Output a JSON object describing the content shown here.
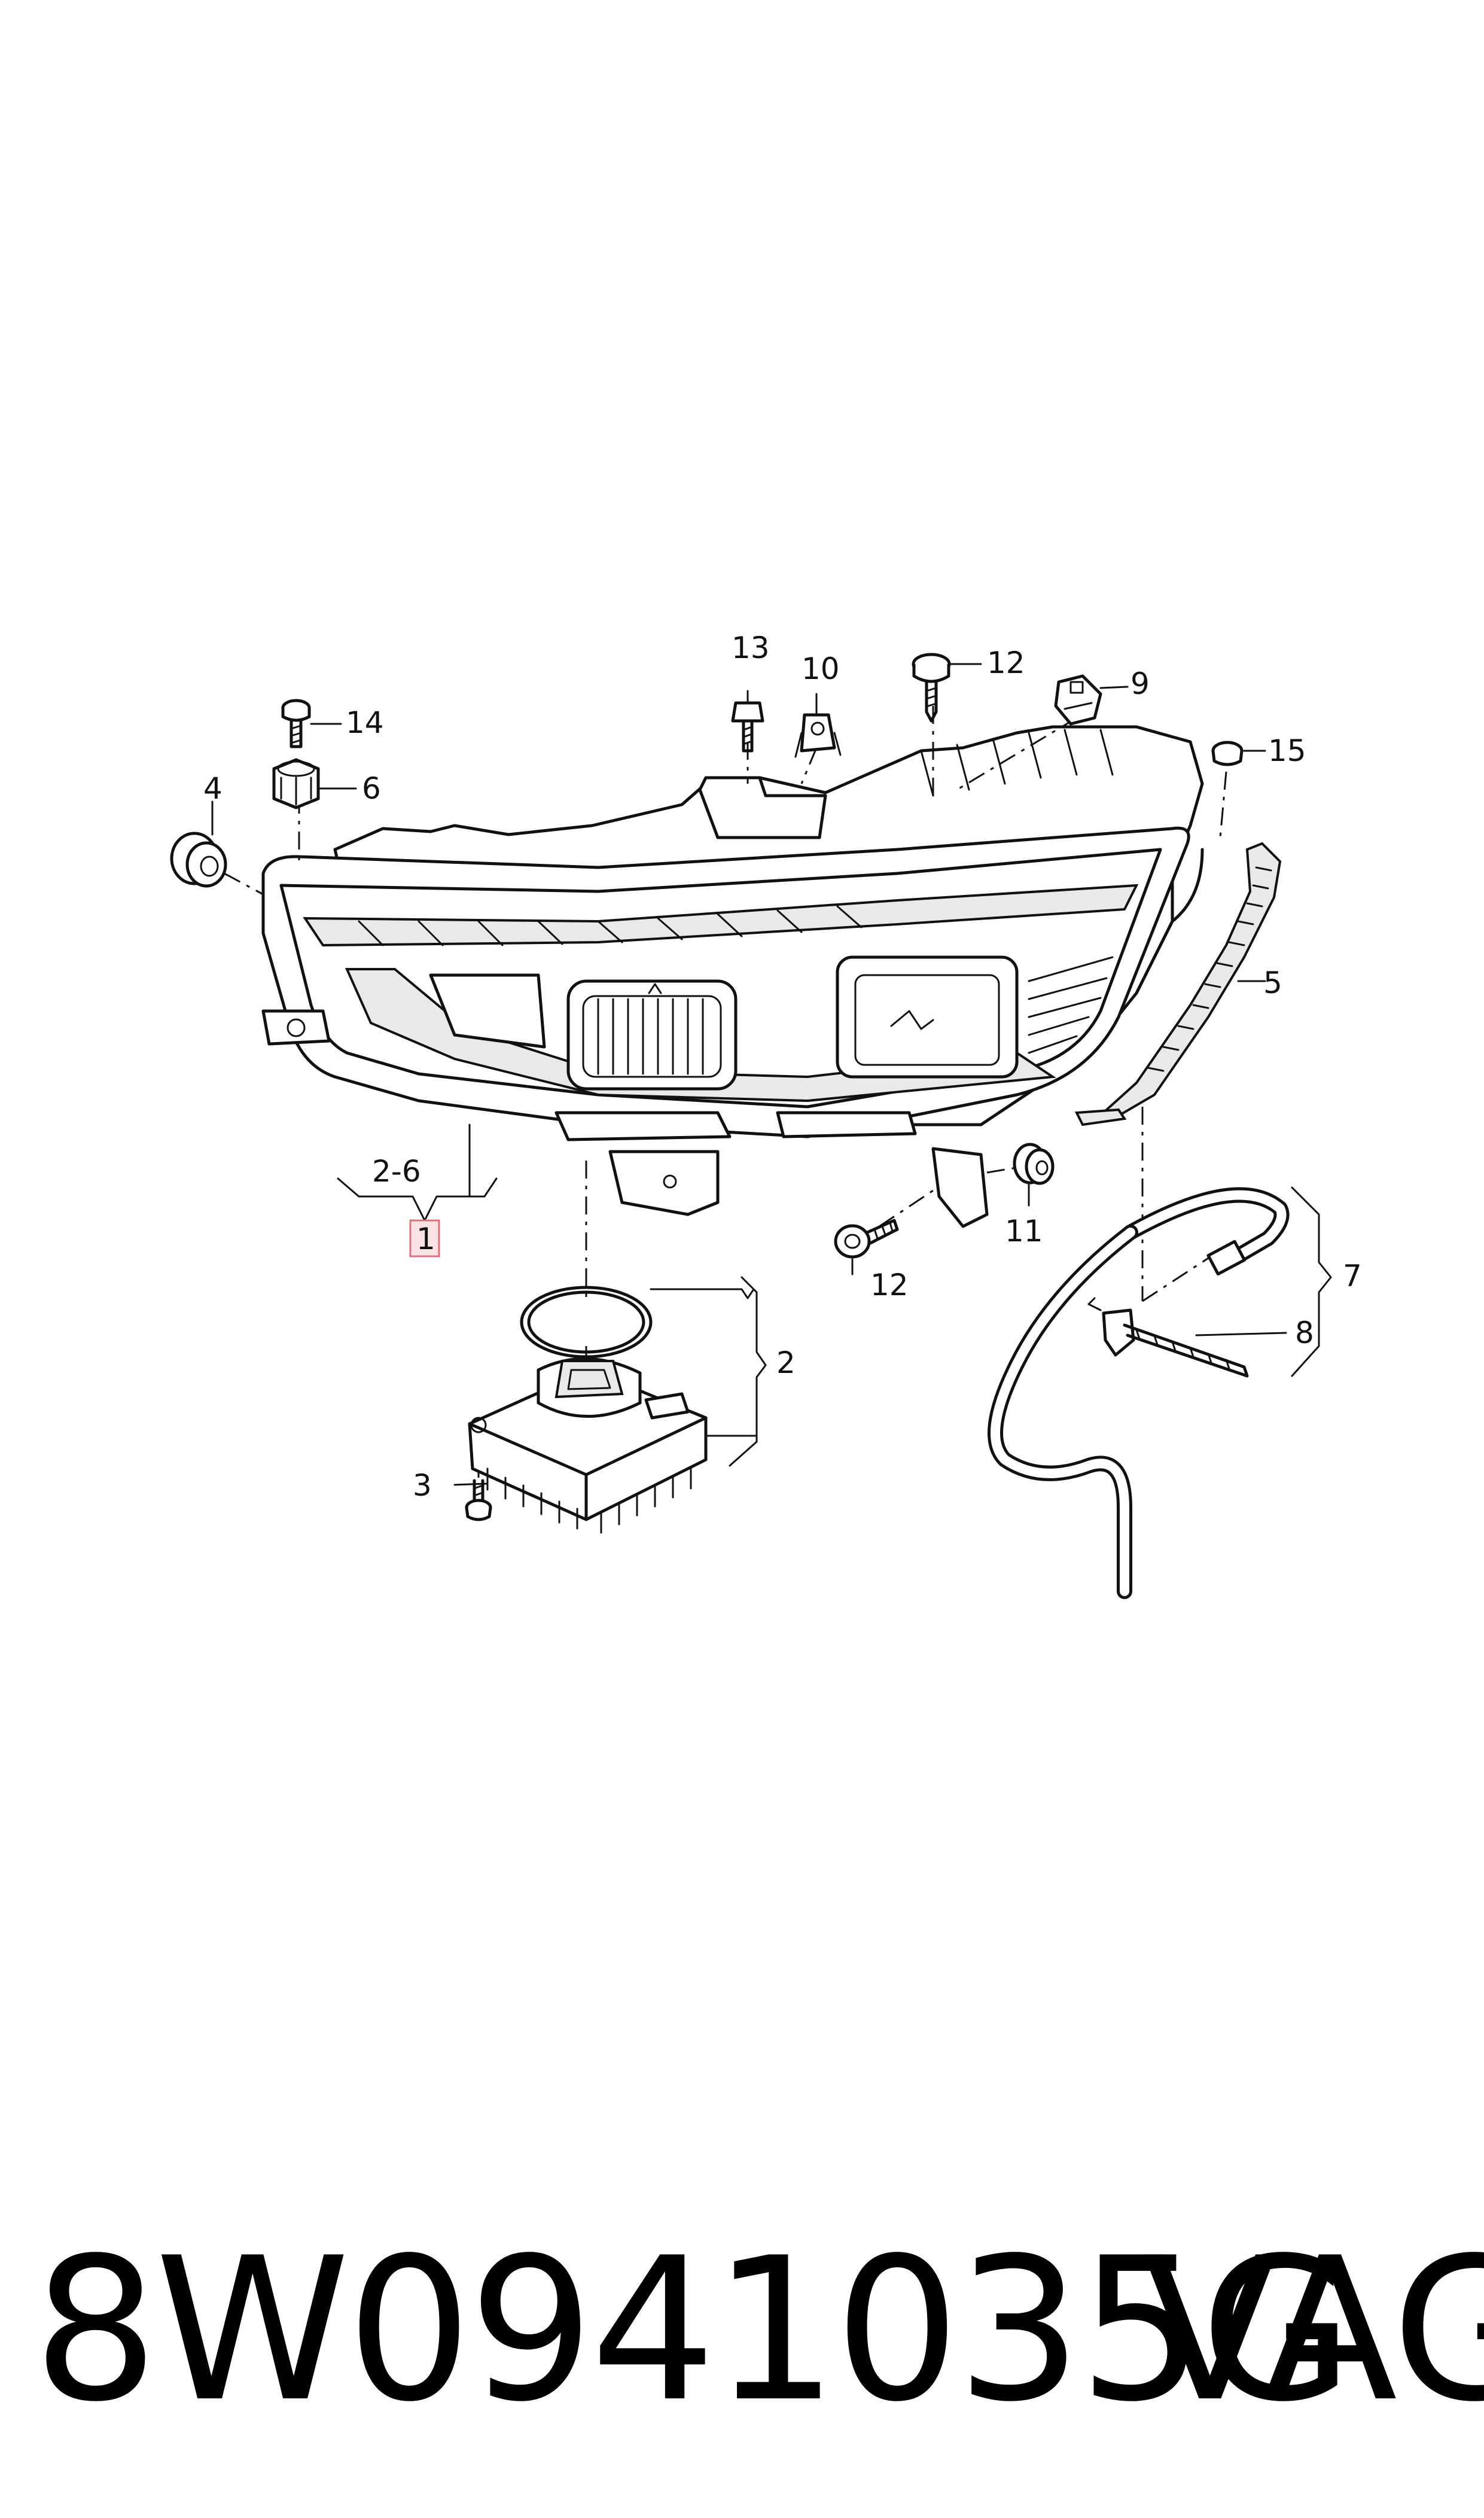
{
  "callouts": {
    "c1": "1",
    "c2_6": "2-6",
    "c2": "2",
    "c3": "3",
    "c4": "4",
    "c5": "5",
    "c6": "6",
    "c7": "7",
    "c8": "8",
    "c9": "9",
    "c10": "10",
    "c11": "11",
    "c12a": "12",
    "c12b": "12",
    "c13": "13",
    "c14": "14",
    "c15": "15"
  },
  "footer": {
    "part_number": "8W0941035G",
    "brand": "VAG"
  },
  "colors": {
    "line": "#111111",
    "highlight_box": "#e0707a"
  }
}
